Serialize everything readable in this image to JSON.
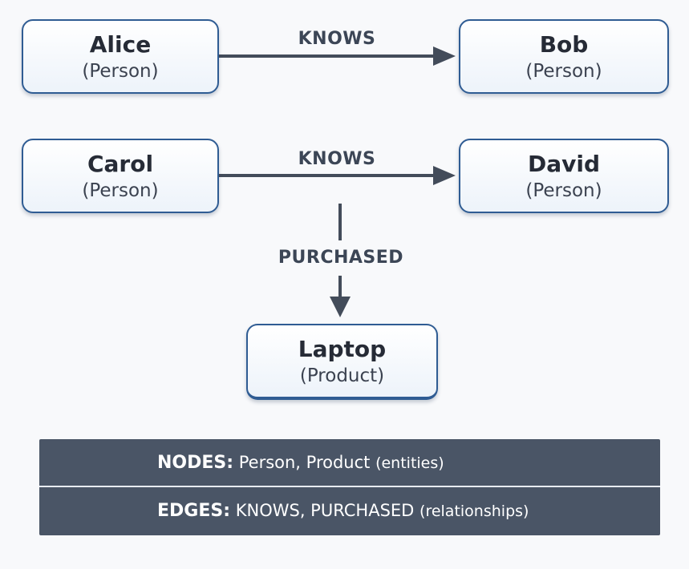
{
  "nodes": {
    "alice": {
      "name": "Alice",
      "type": "(Person)"
    },
    "bob": {
      "name": "Bob",
      "type": "(Person)"
    },
    "carol": {
      "name": "Carol",
      "type": "(Person)"
    },
    "david": {
      "name": "David",
      "type": "(Person)"
    },
    "laptop": {
      "name": "Laptop",
      "type": "(Product)"
    }
  },
  "edges": [
    {
      "from": "Alice",
      "to": "Bob",
      "label": "KNOWS"
    },
    {
      "from": "Carol",
      "to": "David",
      "label": "KNOWS"
    },
    {
      "from": "Carol",
      "to": "Laptop",
      "label": "PURCHASED"
    }
  ],
  "legend": {
    "nodes_key": "NODES:",
    "nodes_values": "Person, Product",
    "nodes_note": "(entities)",
    "edges_key": "EDGES:",
    "edges_values": "KNOWS, PURCHASED",
    "edges_note": "(relationships)"
  },
  "colors": {
    "node_border": "#2f5c93",
    "edge": "#434c5a",
    "legend_bg": "#4a5566"
  }
}
